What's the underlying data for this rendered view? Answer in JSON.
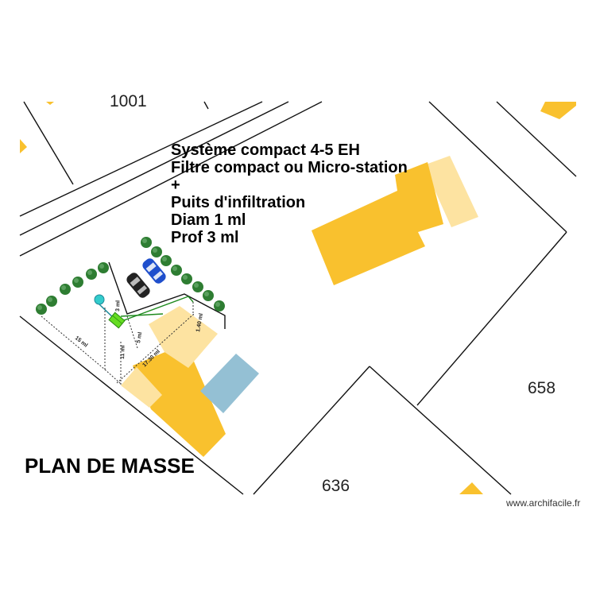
{
  "notes": {
    "line1": "Système compact 4-5 EH",
    "line2": "Filtre compact ou Micro-station",
    "line3": "+",
    "line4": "Puits d'infiltration",
    "line5": "Diam 1 ml",
    "line6": "Prof 3 ml"
  },
  "title": "PLAN DE MASSE",
  "parcels": {
    "top": "1001",
    "right": "658",
    "bottom": "636"
  },
  "dimensions": {
    "d1": "15 ml",
    "d2": "11 ml",
    "d3": "5 ml",
    "d4": "3 ml",
    "d5": "17.30 ml",
    "d6": "1.40 ml"
  },
  "watermark": "www.archifacile.fr",
  "colors": {
    "building": "#f9c12e",
    "building_light": "#fde3a1",
    "pool": "#94c0d4",
    "treatment": "#66dd22",
    "well": "#33cccc",
    "tree": "#2e7d32",
    "car_dark": "#222222",
    "car_blue": "#1f4fcc"
  }
}
